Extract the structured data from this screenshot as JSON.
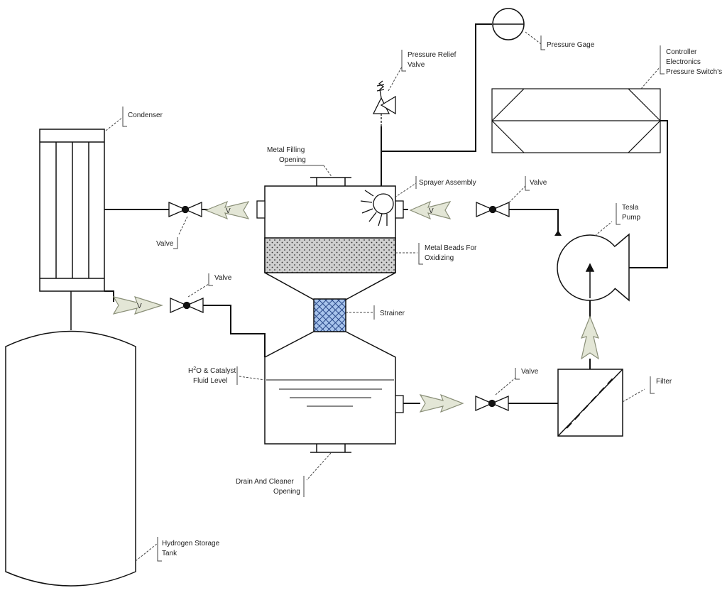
{
  "colors": {
    "line": "#111111",
    "arrow_fill": "#e3e6d6",
    "arrow_stroke": "#8a8f78",
    "strainer_fill": "#a8c4ec",
    "strainer_stroke": "#2a4a8a",
    "beads_fill": "#c8c8c8",
    "callout": "#444444"
  },
  "labels": {
    "pressure_gage": "Pressure Gage",
    "pressure_relief_1": "Pressure Relief",
    "pressure_relief_2": "Valve",
    "controller_1": "Controller",
    "controller_2": "Electronics",
    "controller_3": "Pressure Switch's",
    "condenser": "Condenser",
    "metal_filling_1": "Metal Filling",
    "metal_filling_2": "Opening",
    "sprayer": "Sprayer Assembly",
    "valve_right_top": "Valve",
    "valve_left_top": "Valve",
    "tesla_1": "Tesla",
    "tesla_2": "Pump",
    "metal_beads_1": "Metal Beads For",
    "metal_beads_2": "Oxidizing",
    "valve_left_mid": "Valve",
    "strainer": "Strainer",
    "h2o_1_a": "H",
    "h2o_1_sup": "2",
    "h2o_1_b": "O & Catalyst",
    "h2o_2": "Fluid Level",
    "valve_right_bottom": "Valve",
    "filter": "Filter",
    "drain_1": "Drain And Cleaner",
    "drain_2": "Opening",
    "hydrogen_1": "Hydrogen Storage",
    "hydrogen_2": "Tank"
  },
  "arrow_marks": {
    "v": "V"
  }
}
